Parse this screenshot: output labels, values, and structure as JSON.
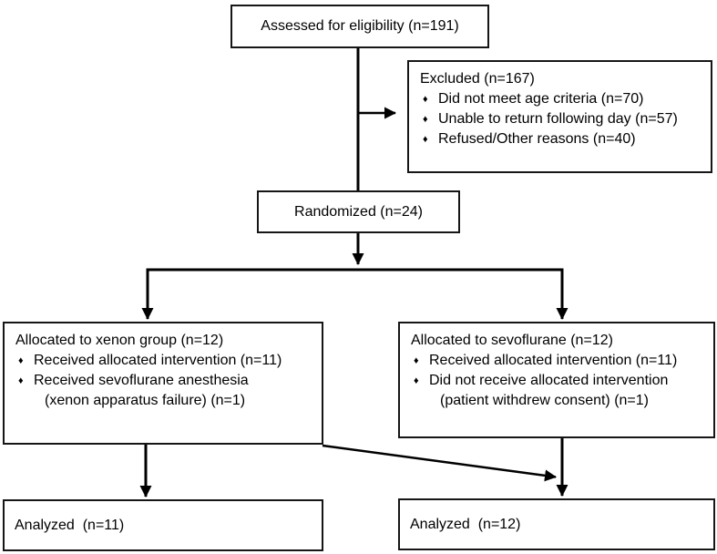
{
  "diagram": {
    "kind": "consort-flow-diagram",
    "glyphs": {
      "bullet": "♦"
    },
    "colors": {
      "line": "#000000",
      "box_border": "#161616",
      "background": "#ffffff",
      "text": "#000000"
    },
    "boxes": {
      "assessed": {
        "label": "Assessed for eligibility (n=191)"
      },
      "excluded": {
        "title": "Excluded (n=167)",
        "bullets": [
          "Did not meet age criteria (n=70)",
          "Unable to return following day (n=57)",
          "Refused/Other reasons (n=40)"
        ]
      },
      "randomized": {
        "label": "Randomized (n=24)"
      },
      "alloc_xenon": {
        "title": "Allocated to xenon group (n=12)",
        "bullet1": "Received allocated intervention (n=11)",
        "bullet2": "Received sevoflurane anesthesia",
        "bullet2_cont": "(xenon apparatus failure) (n=1)"
      },
      "alloc_sevo": {
        "title": "Allocated to sevoflurane (n=12)",
        "bullet1": "Received allocated intervention (n=11)",
        "bullet2": "Did not receive allocated intervention",
        "bullet2_cont": "(patient withdrew consent) (n=1)"
      },
      "analyzed_xenon": {
        "label": "Analyzed  (n=11)"
      },
      "analyzed_sevo": {
        "label": "Analyzed  (n=12)"
      }
    }
  }
}
